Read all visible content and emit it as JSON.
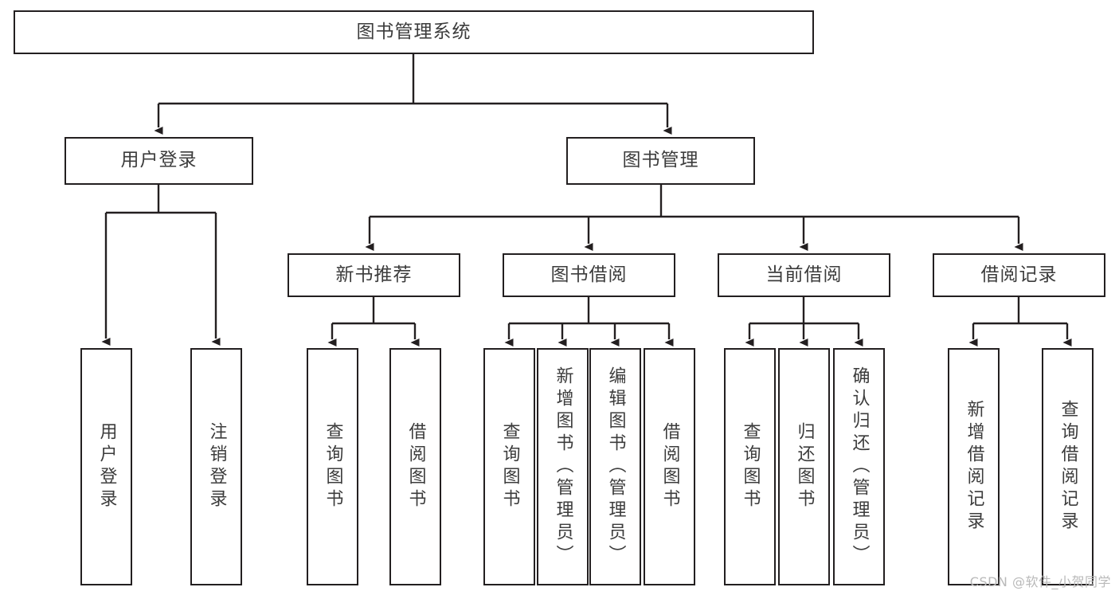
{
  "diagram": {
    "type": "tree",
    "title": "图书管理系统",
    "style": {
      "box_fill": "#ffffff",
      "box_border": "#231f20",
      "text_color": "#3c3c3c",
      "edge_color": "#231f20",
      "background": "#ffffff",
      "watermark_color": "#b9b9b9"
    },
    "nodes": {
      "root": {
        "label": "图书管理系统",
        "orientation": "horizontal"
      },
      "n_user_login": {
        "label": "用户登录",
        "orientation": "horizontal"
      },
      "n_book_mgmt": {
        "label": "图书管理",
        "orientation": "horizontal"
      },
      "n_new_book_rec": {
        "label": "新书推荐",
        "orientation": "horizontal"
      },
      "n_book_borrow": {
        "label": "图书借阅",
        "orientation": "horizontal"
      },
      "n_current_borrow": {
        "label": "当前借阅",
        "orientation": "horizontal"
      },
      "n_borrow_record": {
        "label": "借阅记录",
        "orientation": "horizontal"
      },
      "l_user_login": {
        "label": "用户登录",
        "orientation": "vertical"
      },
      "l_user_logout": {
        "label": "注销登录",
        "orientation": "vertical"
      },
      "l_query_book_1": {
        "label": "查询图书",
        "orientation": "vertical"
      },
      "l_borrow_book_1": {
        "label": "借阅图书",
        "orientation": "vertical"
      },
      "l_query_book_2": {
        "label": "查询图书",
        "orientation": "vertical"
      },
      "l_add_book": {
        "label": "新增图书（管理员）",
        "orientation": "vertical"
      },
      "l_edit_book": {
        "label": "编辑图书（管理员）",
        "orientation": "vertical"
      },
      "l_borrow_book_2": {
        "label": "借阅图书",
        "orientation": "vertical"
      },
      "l_query_book_3": {
        "label": "查询图书",
        "orientation": "vertical"
      },
      "l_return_book": {
        "label": "归还图书",
        "orientation": "vertical"
      },
      "l_confirm_return": {
        "label": "确认归还（管理员）",
        "orientation": "vertical"
      },
      "l_add_record": {
        "label": "新增借阅记录",
        "orientation": "vertical"
      },
      "l_query_record": {
        "label": "查询借阅记录",
        "orientation": "vertical"
      }
    },
    "edges": [
      {
        "from": "root",
        "to": "n_user_login"
      },
      {
        "from": "root",
        "to": "n_book_mgmt"
      },
      {
        "from": "n_user_login",
        "to": "l_user_login"
      },
      {
        "from": "n_user_login",
        "to": "l_user_logout"
      },
      {
        "from": "n_book_mgmt",
        "to": "n_new_book_rec"
      },
      {
        "from": "n_book_mgmt",
        "to": "n_book_borrow"
      },
      {
        "from": "n_book_mgmt",
        "to": "n_current_borrow"
      },
      {
        "from": "n_book_mgmt",
        "to": "n_borrow_record"
      },
      {
        "from": "n_new_book_rec",
        "to": "l_query_book_1"
      },
      {
        "from": "n_new_book_rec",
        "to": "l_borrow_book_1"
      },
      {
        "from": "n_book_borrow",
        "to": "l_query_book_2"
      },
      {
        "from": "n_book_borrow",
        "to": "l_add_book"
      },
      {
        "from": "n_book_borrow",
        "to": "l_edit_book"
      },
      {
        "from": "n_book_borrow",
        "to": "l_borrow_book_2"
      },
      {
        "from": "n_current_borrow",
        "to": "l_query_book_3"
      },
      {
        "from": "n_current_borrow",
        "to": "l_return_book"
      },
      {
        "from": "n_current_borrow",
        "to": "l_confirm_return"
      },
      {
        "from": "n_borrow_record",
        "to": "l_add_record"
      },
      {
        "from": "n_borrow_record",
        "to": "l_query_record"
      }
    ]
  },
  "watermark": {
    "text": "CSDN @软件_小贺同学"
  }
}
